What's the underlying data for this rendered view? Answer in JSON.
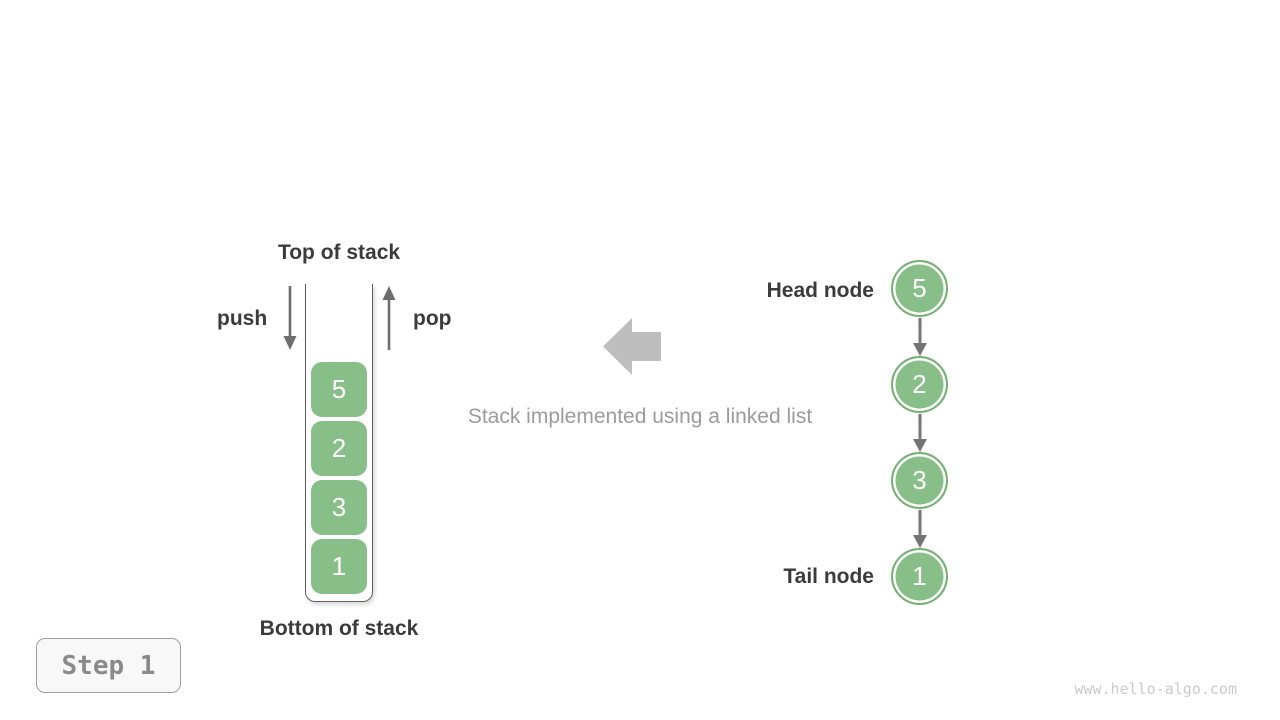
{
  "stack": {
    "top_label": "Top of stack",
    "bottom_label": "Bottom of stack",
    "push_label": "push",
    "pop_label": "pop",
    "items": [
      "5",
      "2",
      "3",
      "1"
    ]
  },
  "caption": "Stack implemented using a linked list",
  "linked_list": {
    "head_label": "Head node",
    "tail_label": "Tail node",
    "nodes": [
      "5",
      "2",
      "3",
      "1"
    ]
  },
  "step_badge": {
    "label": "Step 1"
  },
  "watermark": "www.hello-algo.com",
  "colors": {
    "node_green": "#88BE88",
    "node_border_green": "#74B274",
    "container_border": "#5E5E5E",
    "arrow_dark": "#6E6E6E",
    "arrow_medium": "#757575",
    "block_arrow": "#BEBEBE",
    "text_dark": "#3B3B3B",
    "text_gray": "#9B9B9B",
    "watermark_gray": "#CACACA",
    "badge_bg": "#F8F8F8",
    "badge_border": "#9E9E9E",
    "badge_text": "#8A8A8A"
  }
}
